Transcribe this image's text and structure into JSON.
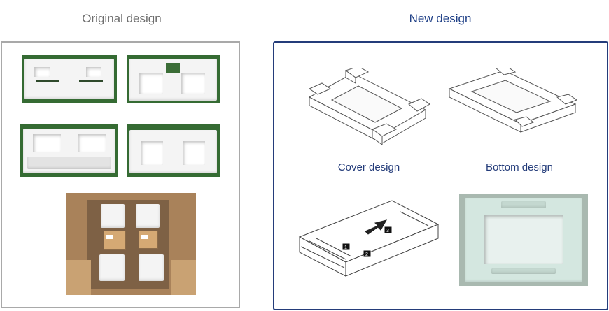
{
  "headings": {
    "original": "Original design",
    "new": "New design"
  },
  "captions": {
    "cover": "Cover design",
    "bottom": "Bottom design"
  },
  "colors": {
    "original_heading": "#6d6d6d",
    "new_heading": "#1e3f86",
    "left_border": "#a9a9a9",
    "right_border": "#243c7a"
  },
  "figures": {
    "server_callouts": [
      "1",
      "2",
      "3"
    ]
  }
}
